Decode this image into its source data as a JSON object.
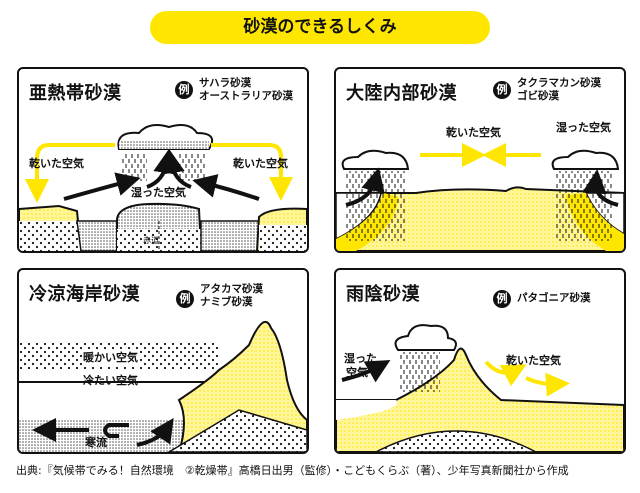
{
  "title": "砂漠のできるしくみ",
  "example_mark": "例",
  "panels": {
    "subtropical": {
      "title": "亜熱帯砂漠",
      "examples": [
        "サハラ砂漠",
        "オーストラリア砂漠"
      ],
      "dry_air_left": "乾いた空気",
      "dry_air_right": "乾いた空気",
      "moist_air": "湿った空気",
      "equator": "赤道"
    },
    "continental": {
      "title": "大陸内部砂漠",
      "examples": [
        "タクラマカン砂漠",
        "ゴビ砂漠"
      ],
      "dry_air": "乾いた空気",
      "moist_air": "湿った空気"
    },
    "coastal": {
      "title": "冷涼海岸砂漠",
      "examples": [
        "アタカマ砂漠",
        "ナミブ砂漠"
      ],
      "warm_air": "暖かい空気",
      "cold_air": "冷たい空気",
      "cold_current": "寒流"
    },
    "rainshadow": {
      "title": "雨陰砂漠",
      "examples": [
        "パタゴニア砂漠"
      ],
      "moist_air_1": "湿った",
      "moist_air_2": "空気",
      "dry_air": "乾いた空気"
    }
  },
  "footer": "出典:『気候帯でみる！自然環境　②乾燥帯』高橋日出男（監修）・こどもくらぶ（著）、少年写真新聞社から作成",
  "colors": {
    "yellow": "#ffe600",
    "ink": "#111111"
  }
}
